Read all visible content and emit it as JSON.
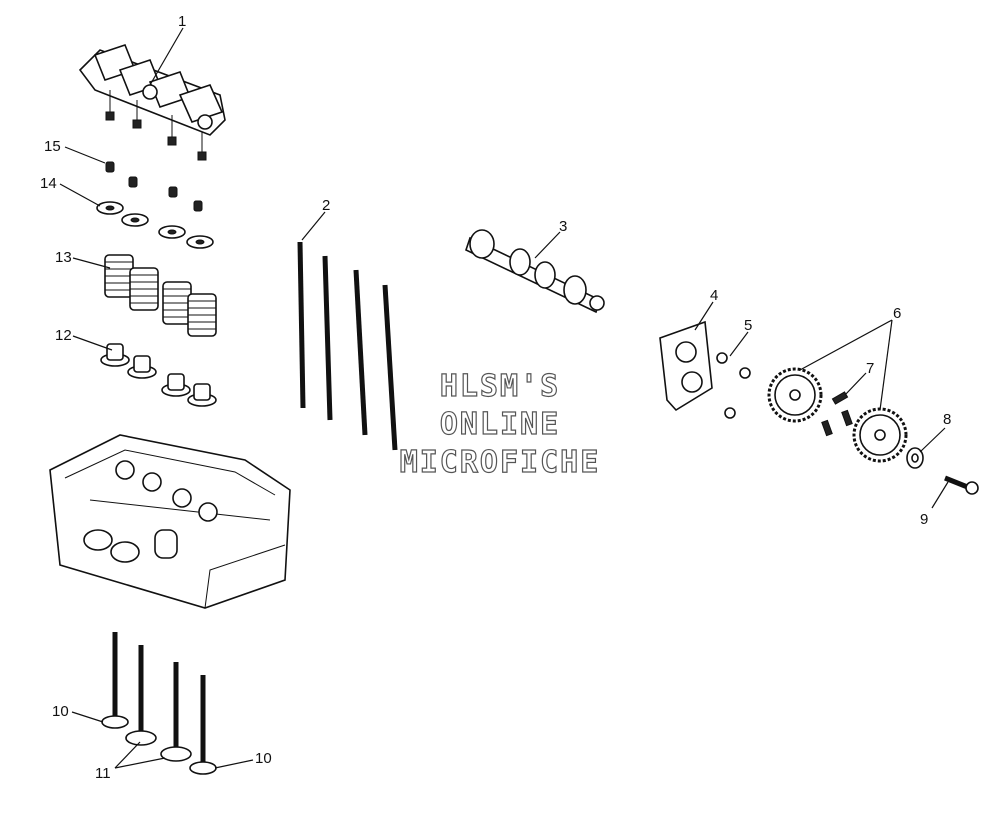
{
  "callouts": {
    "c1": "1",
    "c2": "2",
    "c3": "3",
    "c4": "4",
    "c5": "5",
    "c6": "6",
    "c7": "7",
    "c8": "8",
    "c9": "9",
    "c10a": "10",
    "c10b": "10",
    "c11": "11",
    "c12": "12",
    "c13": "13",
    "c14": "14",
    "c15": "15"
  },
  "watermark": {
    "line1": "HLSM'S",
    "line2": "ONLINE",
    "line3": "MICROFICHE"
  },
  "colors": {
    "ink": "#111111",
    "background": "#ffffff",
    "watermark_outline": "#555555"
  }
}
